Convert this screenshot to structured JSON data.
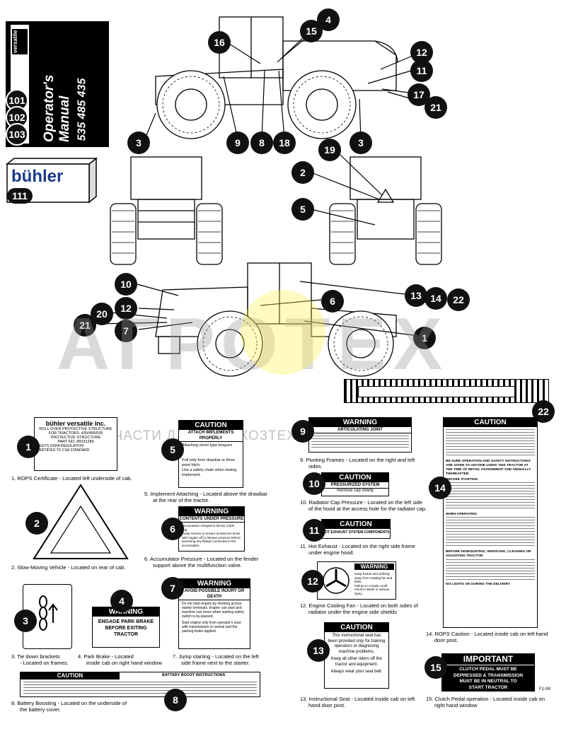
{
  "manual": {
    "brand": "versatile",
    "title": "Operator's Manual",
    "models": [
      "435",
      "485",
      "535"
    ]
  },
  "buhler_logo": "bühler",
  "watermark": {
    "main": "AГРОТEX",
    "sub": "ЗАПЧАСТИ ДЛЯ СЕЛЬХОЗТЕХНИКИ"
  },
  "callouts": [
    "101",
    "102",
    "103",
    "111",
    "3",
    "9",
    "8",
    "18",
    "3",
    "16",
    "15",
    "4",
    "12",
    "11",
    "17",
    "21",
    "19",
    "2",
    "5",
    "10",
    "12",
    "20",
    "21",
    "7",
    "6",
    "13",
    "14",
    "22",
    "1",
    "22"
  ],
  "decals": {
    "d1": {
      "brand": "bühler versatile inc.",
      "lines": [
        "ROLL OVER PROTECTIVE STRUCTURE",
        "FOR TRACTORS: 435/485/535",
        "PROTECTIVE STRUCTURE",
        "PART NO: 86031286",
        "MEETS OSHA REGULATION",
        "CERTIFIED TO CSA STANDARD"
      ]
    },
    "d5": {
      "head": "CAUTION",
      "sub": "ATTACH IMPLEMENTS PROPERLY",
      "body": [
        "Attaching clevis type tongues",
        "Pull only from drawbar or three point hitch.",
        "Use a safety chain when towing implement."
      ]
    },
    "d6": {
      "head": "WARNING",
      "sub": "CONTENTS UNDER PRESSURE",
      "body": [
        "Accumulator charged to 69 bar (1000 psi).",
        "Pump service to ensure at least ten times with engine off to release pressure before loosening any fittings connected to the accumulator."
      ]
    },
    "d4": {
      "head": "WARNING",
      "body": [
        "ENGAGE PARK BRAKE",
        "BEFORE EXITING",
        "TRACTOR"
      ]
    },
    "d7": {
      "head": "WARNING",
      "sub": "AVOID POSSIBLE INJURY OR DEATH",
      "body": [
        "Do not start engine by shorting across starter terminals. Engine can start and machine can move when starting safety switch is by-passed.",
        "Start engine only from operator's seat with transmission in neutral and the parking brake applied."
      ]
    },
    "d8": {
      "head": "CAUTION",
      "sub": "BATTERY BOOST INSTRUCTIONS"
    },
    "d9": {
      "head": "WARNING",
      "sub": "ARTICULATING JOINT"
    },
    "d10": {
      "head": "CAUTION",
      "sub": "PRESSURIZED SYSTEM",
      "body": [
        "Remove cap slowly"
      ]
    },
    "d11": {
      "head": "CAUTION",
      "sub": "HOT EXHAUST SYSTEM COMPONENTS"
    },
    "d12": {
      "head": "WARNING",
      "body": [
        "Keep hands and clothing away from rotating fan and belts.",
        "Failure to comply could result in death or serious injury."
      ]
    },
    "d13": {
      "head": "CAUTION",
      "body": [
        "This instructional seat has been provided only for training operators or diagnosing machine problems.",
        "Keep all other riders off the tractor and equipment.",
        "Always wear your seat belt."
      ]
    },
    "d14": {
      "head": "CAUTION",
      "sub": "BE SURE OPERATION AND SAFETY INSTRUCTIONS ARE GIVEN TO ANYONE USING THIS TRACTOR AT THE TIME OF RETAIL ASSIGNMENT AND ANNUALLY THEREAFTER.",
      "sections": [
        "BEFORE STARTING",
        "WHEN OPERATING",
        "BEFORE DISMOUNTING, SERVICING, CLEANING OR ADJUSTING TRACTOR",
        "NO LIGHTS ON DURING THE DELIVERY"
      ]
    },
    "d15": {
      "head": "IMPORTANT",
      "body": [
        "CLUTCH PEDAL MUST BE",
        "DEPRESSED & TRANSMISSION",
        "MUST BE IN NEUTRAL TO",
        "START TRACTOR"
      ],
      "code": "F1-08"
    }
  },
  "captions": {
    "c1": "1.   ROPS Certificate - Located left underside of cab.",
    "c2": "2.   Slow-Moving Vehicle - Located on rear of cab.",
    "c3a": "3.   Tie down brackets",
    "c3b": "- Located on frames.",
    "c4a": "4.   Park Brake - Located",
    "c4b": "inside cab on right hand window",
    "c5a": "5.   Implement Attaching - Located above the drawbar",
    "c5b": "at the rear of the tractor.",
    "c6a": "6.   Accumulator Pressure - Located on the fender",
    "c6b": "support above the multifunction valve.",
    "c7a": "7.   Jump starting - Located on the left",
    "c7b": "side frame next to the starter.",
    "c8a": "8.   Battery Boosting - Located on the underside of",
    "c8b": "the battery cover.",
    "c9a": "9.   Pivoting Frames - Located on the right and left",
    "c9b": "sides.",
    "c10a": "10.  Radiator Cap Pressure - Located on the left side",
    "c10b": "of the hood at the access hole for the radiator cap.",
    "c11a": "11.  Hot Exhaust - Located on the right side frame",
    "c11b": "under engine hood.",
    "c12a": "12.  Engine Cooling Fan - Located on both sides of",
    "c12b": "radiator under the engine side shields",
    "c13a": "13.  Instructional Seat - Located inside cab on left",
    "c13b": "hand door post.",
    "c14a": "14.  ROPS Caution - Located inside cab on left hand",
    "c14b": "door post.",
    "c15a": "15.  Clutch Pedal operation - Located inside cab on",
    "c15b": "right hand window"
  },
  "code_f1": "F1-08"
}
